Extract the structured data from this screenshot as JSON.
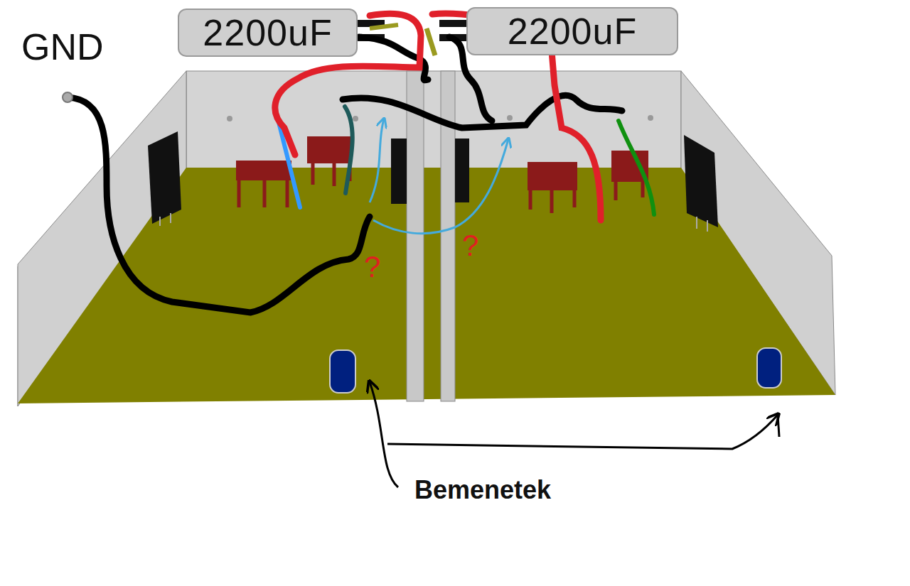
{
  "diagram": {
    "nodes": [
      {
        "text": [
          "2200uF"
        ]
      },
      {
        "text": [
          "2200uF"
        ]
      }
    ],
    "labels": [
      "GND",
      "?",
      "?",
      "Bemenetek"
    ]
  }
}
